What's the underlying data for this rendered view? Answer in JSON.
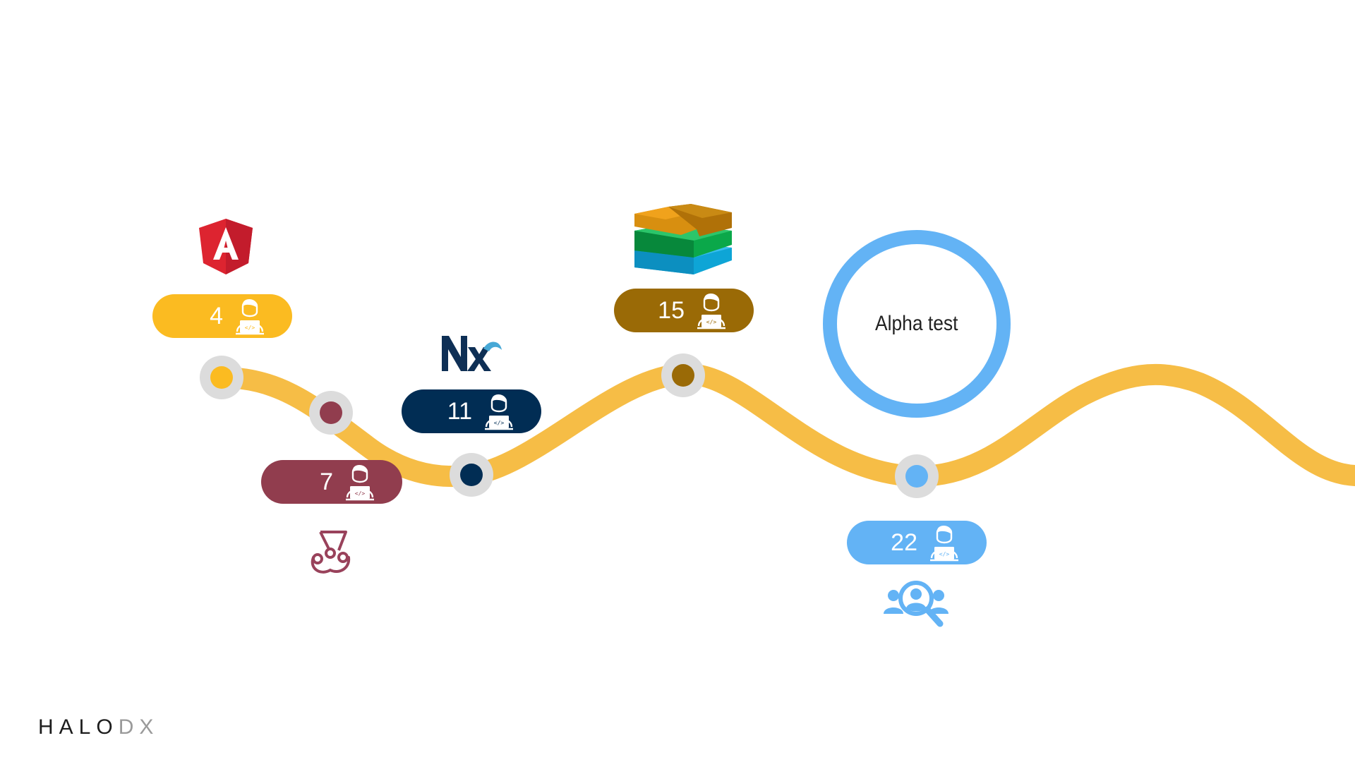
{
  "milestones": [
    {
      "id": "angular",
      "count": "4",
      "color": "#fbbb21",
      "icon": "angular-logo-icon"
    },
    {
      "id": "jest",
      "count": "7",
      "color": "#913d4e",
      "icon": "jest-logo-icon"
    },
    {
      "id": "nx",
      "count": "11",
      "color": "#012d54",
      "icon": "nx-logo-icon"
    },
    {
      "id": "layers",
      "count": "15",
      "color": "#9a6a06",
      "icon": "stacked-layers-icon"
    },
    {
      "id": "alpha",
      "count": "22",
      "color": "#63b3f5",
      "icon": "user-search-icon"
    }
  ],
  "alpha_label": "Alpha test",
  "road_color": "#f6bd46",
  "developer_icon": "developer-laptop-icon",
  "brand": {
    "part1": "HALO",
    "part2": "DX"
  }
}
